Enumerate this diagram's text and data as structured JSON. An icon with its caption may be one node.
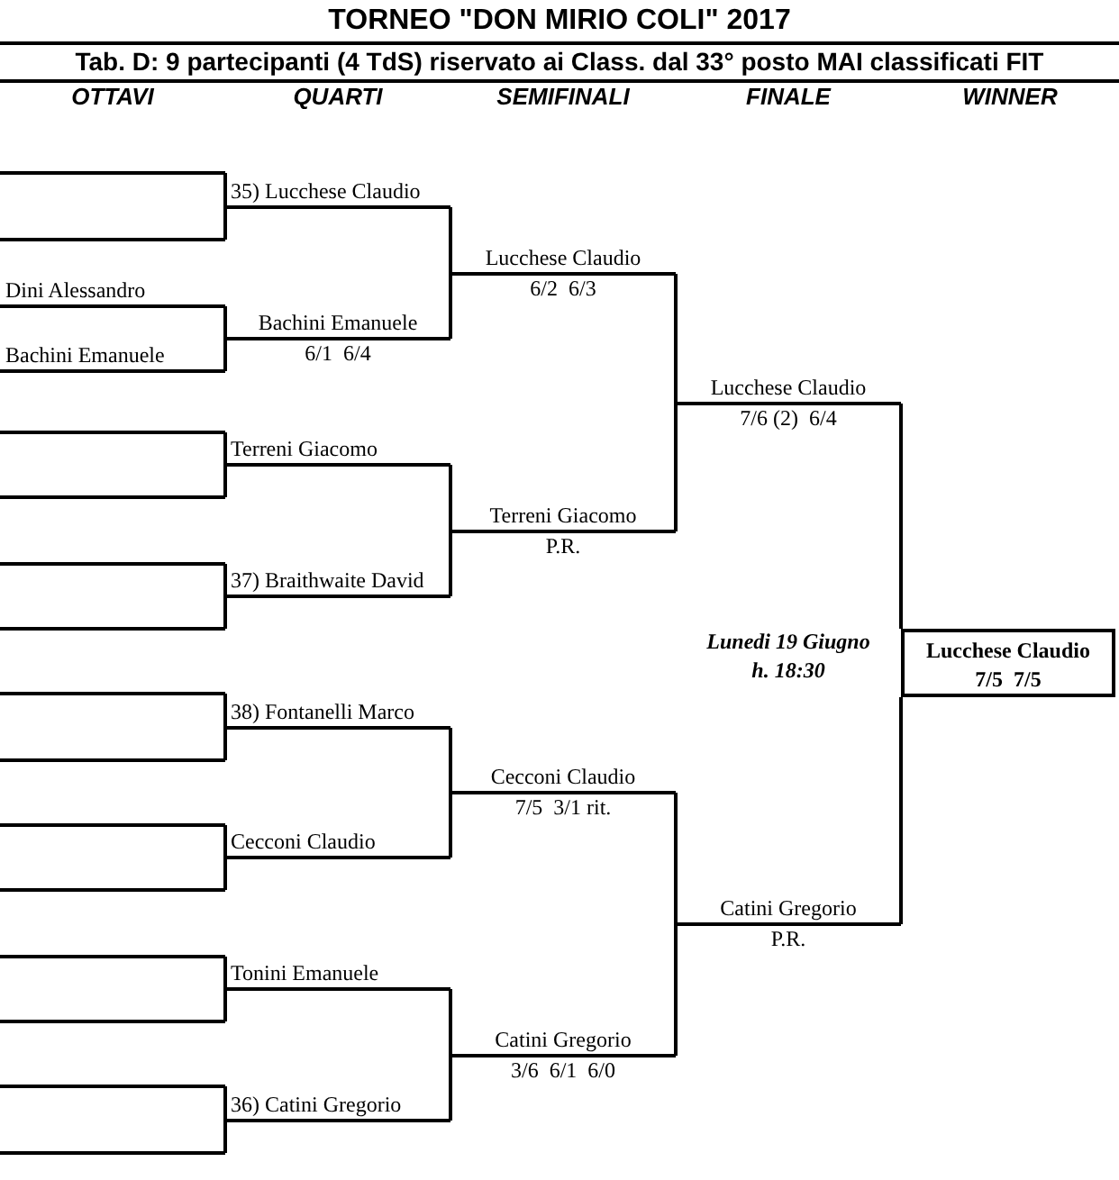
{
  "diagram": {
    "title": "TORNEO \"DON MIRIO COLI\" 2017",
    "nodes": [
      {
        "text": [],
        "shape": "line"
      },
      {
        "text": [],
        "shape": "line"
      },
      {
        "text": [
          "Dini Alessandro"
        ]
      },
      {
        "text": [
          "Bachini Emanuele"
        ]
      },
      {
        "text": [],
        "shape": "line"
      },
      {
        "text": [],
        "shape": "line"
      },
      {
        "text": [],
        "shape": "line"
      },
      {
        "text": [],
        "shape": "line"
      },
      {
        "text": [],
        "shape": "line"
      },
      {
        "text": [],
        "shape": "line"
      },
      {
        "text": [],
        "shape": "line"
      },
      {
        "text": [],
        "shape": "line"
      },
      {
        "text": [],
        "shape": "line"
      },
      {
        "text": [],
        "shape": "line"
      },
      {
        "text": [],
        "shape": "line"
      },
      {
        "text": [],
        "shape": "line"
      },
      {
        "text": [
          "35) Lucchese Claudio"
        ]
      },
      {
        "text": [
          "Bachini Emanuele",
          "6/1  6/4"
        ]
      },
      {
        "text": [
          "Terreni Giacomo"
        ]
      },
      {
        "text": [
          "37) Braithwaite David"
        ]
      },
      {
        "text": [
          "38) Fontanelli Marco"
        ]
      },
      {
        "text": [
          "Cecconi Claudio"
        ]
      },
      {
        "text": [
          "Tonini Emanuele"
        ]
      },
      {
        "text": [
          "36) Catini Gregorio"
        ]
      },
      {
        "text": [
          "Lucchese Claudio",
          "6/2  6/3"
        ]
      },
      {
        "text": [
          "Terreni Giacomo",
          "P.R."
        ]
      },
      {
        "text": [
          "Cecconi Claudio",
          "7/5  3/1 rit."
        ]
      },
      {
        "text": [
          "Catini Gregorio",
          "3/6  6/1  6/0"
        ]
      },
      {
        "text": [
          "Lucchese Claudio",
          "7/6 (2)  6/4"
        ]
      },
      {
        "text": [
          "Catini Gregorio",
          "P.R."
        ]
      },
      {
        "text": [
          "Lucchese Claudio",
          "7/5  7/5"
        ]
      }
    ],
    "edges": [
      {
        "from": 0,
        "to": 16,
        "arrow": "none"
      },
      {
        "from": 1,
        "to": 16,
        "arrow": "none"
      },
      {
        "from": 2,
        "to": 17,
        "arrow": "none"
      },
      {
        "from": 3,
        "to": 17,
        "arrow": "none"
      },
      {
        "from": 4,
        "to": 18,
        "arrow": "none"
      },
      {
        "from": 5,
        "to": 18,
        "arrow": "none"
      },
      {
        "from": 6,
        "to": 19,
        "arrow": "none"
      },
      {
        "from": 7,
        "to": 19,
        "arrow": "none"
      },
      {
        "from": 8,
        "to": 20,
        "arrow": "none"
      },
      {
        "from": 9,
        "to": 20,
        "arrow": "none"
      },
      {
        "from": 10,
        "to": 21,
        "arrow": "none"
      },
      {
        "from": 11,
        "to": 21,
        "arrow": "none"
      },
      {
        "from": 12,
        "to": 22,
        "arrow": "none"
      },
      {
        "from": 13,
        "to": 22,
        "arrow": "none"
      },
      {
        "from": 14,
        "to": 23,
        "arrow": "none"
      },
      {
        "from": 15,
        "to": 23,
        "arrow": "none"
      },
      {
        "from": 16,
        "to": 24,
        "arrow": "none"
      },
      {
        "from": 17,
        "to": 24,
        "arrow": "none"
      },
      {
        "from": 18,
        "to": 25,
        "arrow": "none"
      },
      {
        "from": 19,
        "to": 25,
        "arrow": "none"
      },
      {
        "from": 20,
        "to": 26,
        "arrow": "none"
      },
      {
        "from": 21,
        "to": 26,
        "arrow": "none"
      },
      {
        "from": 22,
        "to": 27,
        "arrow": "none"
      },
      {
        "from": 23,
        "to": 27,
        "arrow": "none"
      },
      {
        "from": 24,
        "to": 28,
        "arrow": "none"
      },
      {
        "from": 25,
        "to": 28,
        "arrow": "none"
      },
      {
        "from": 26,
        "to": 29,
        "arrow": "none"
      },
      {
        "from": 27,
        "to": 29,
        "arrow": "none"
      },
      {
        "from": 28,
        "to": 30,
        "arrow": "none"
      },
      {
        "from": 29,
        "to": 30,
        "arrow": "none"
      }
    ],
    "labels": [
      "Tab. D: 9 partecipanti (4 TdS) riservato ai Class. dal 33° posto MAI classificati FIT",
      "OTTAVI",
      "QUARTI",
      "SEMIFINALI",
      "FINALE",
      "WINNER",
      "Lunedi 19 Giugno",
      "h. 18:30"
    ]
  }
}
